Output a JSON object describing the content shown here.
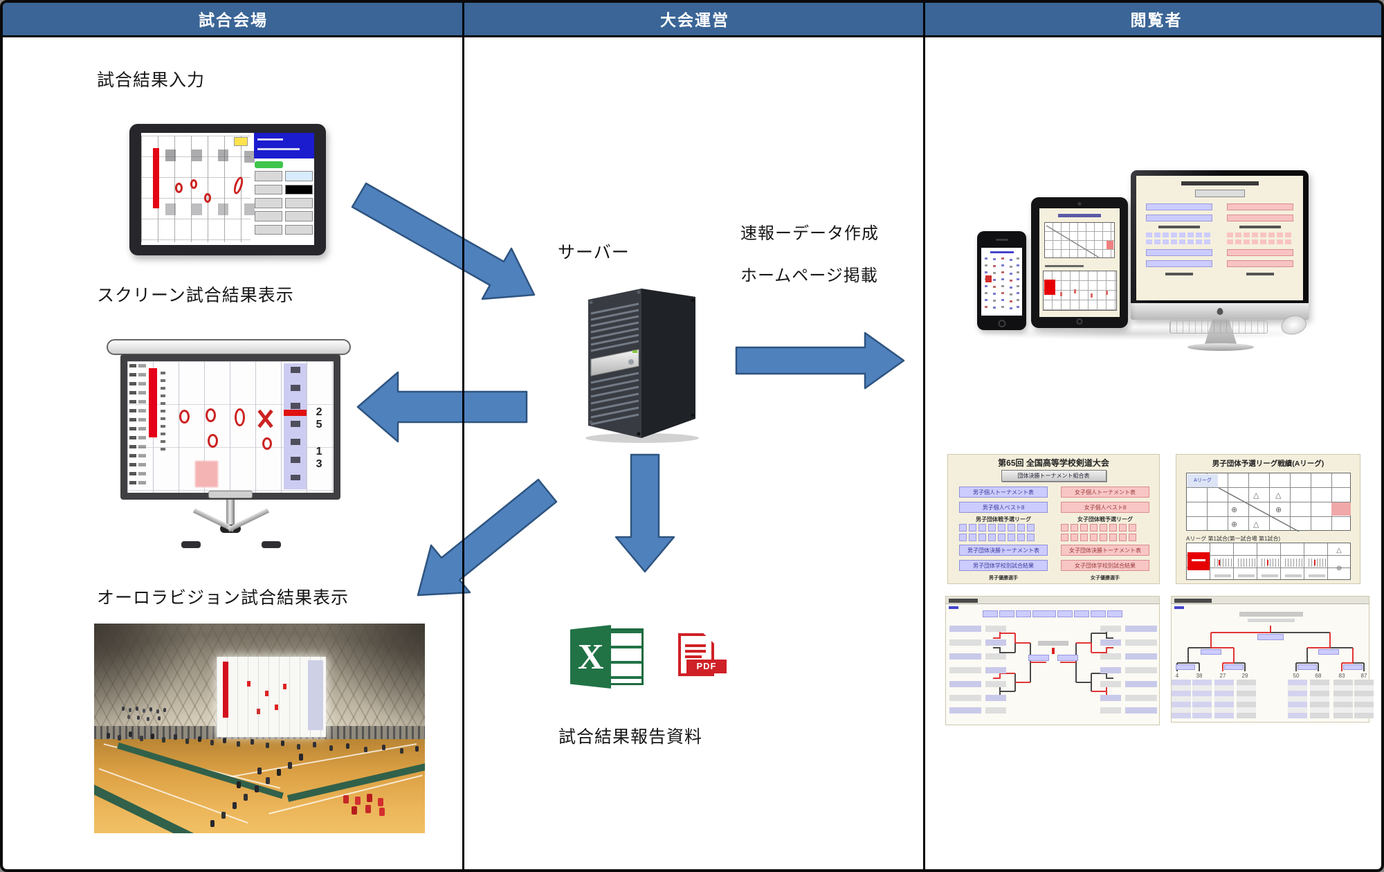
{
  "colors": {
    "header_bg": "#3a6596",
    "arrow_fill": "#4f81bd",
    "arrow_stroke": "#2e5480",
    "excel_green": "#217346",
    "pdf_red": "#cf2127",
    "homepage_blue": "#ccccff",
    "homepage_pink": "#f9c6c6"
  },
  "header": {
    "columns": [
      "試合会場",
      "大会運営",
      "閲覧者"
    ]
  },
  "venue": {
    "input_label": "試合結果入力",
    "screen_label": "スクリーン試合結果表示",
    "screen_scores": [
      "2 5",
      "1 3"
    ],
    "aurora_label": "オーロラビジョン試合結果表示"
  },
  "operation": {
    "server_label": "サーバー",
    "note_line1": "速報ーデータ作成",
    "note_line2": "ホームページ掲載",
    "excel_letter": "X",
    "pdf_label": "PDF",
    "report_label": "試合結果報告資料"
  },
  "viewer": {
    "homepage": {
      "title": "第65回 全国高等学校剣道大会",
      "top_button": "団体決勝トーナメント組合表",
      "men": {
        "buttons": [
          "男子個人トーナメント表",
          "男子個人ベスト8",
          "男子団体決勝トーナメント表",
          "男子団体学校別試合結果"
        ],
        "league_header": "男子団体戦予選リーグ",
        "footer": "男子優勝選手"
      },
      "women": {
        "buttons": [
          "女子個人トーナメント表",
          "女子個人ベスト8",
          "女子団体決勝トーナメント表",
          "女子団体学校別試合結果"
        ],
        "league_header": "女子団体戦予選リーグ",
        "footer": "女子優勝選手"
      }
    },
    "league_page": {
      "title": "男子団体予選リーグ戦績(Aリーグ)",
      "cell_label": "Aリーグ",
      "subtitle": "Aリーグ 第1試合(第一試合場 第1試合)",
      "sym_triangle": "△",
      "sym_circle": "⊕"
    },
    "best8_page": {
      "leaf_numbers": [
        "4",
        "38",
        "27",
        "29",
        "50",
        "68",
        "83",
        "87"
      ]
    }
  }
}
